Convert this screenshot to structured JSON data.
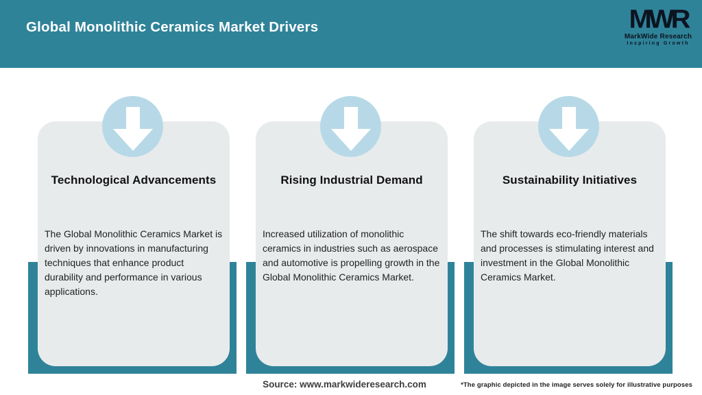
{
  "header": {
    "title": "Global Monolithic Ceramics Market Drivers",
    "logo": {
      "acronym": "MWR",
      "name": "MarkWide Research",
      "tagline": "Inspiring Growth"
    }
  },
  "cards": [
    {
      "icon": "down-arrow-icon",
      "title": "Technological Advancements",
      "description": "The Global Monolithic Ceramics Market is driven by innovations in manufacturing techniques that enhance product durability and performance in various applications."
    },
    {
      "icon": "down-arrow-icon",
      "title": "Rising Industrial Demand",
      "description": "Increased utilization of monolithic ceramics in industries such as aerospace and automotive is propelling growth in the Global Monolithic Ceramics Market."
    },
    {
      "icon": "down-arrow-icon",
      "title": "Sustainability Initiatives",
      "description": "The shift towards eco-friendly materials and processes is stimulating interest and investment in the Global Monolithic Ceramics Market."
    }
  ],
  "footer": {
    "source": "Source: www.markwideresearch.com",
    "disclaimer": "*The graphic depicted in the image serves solely for illustrative purposes"
  },
  "colors": {
    "header_teal": "#2f8399",
    "band_teal": "#2f8399",
    "circle_blue": "#b7d9e7",
    "card_gray": "#e8ebec",
    "logo_dark": "#0c1420",
    "title_text": "#111111",
    "body_text": "#1f1f1f"
  }
}
